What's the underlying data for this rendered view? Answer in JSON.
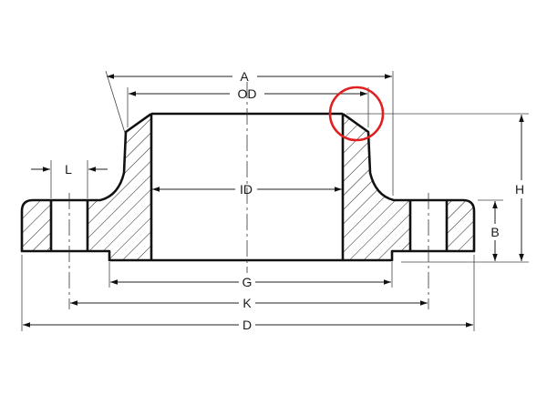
{
  "title": "",
  "labels": {
    "A": "A",
    "OD": "OD",
    "ID": "ID",
    "L": "L",
    "H": "H",
    "B": "B",
    "G": "G",
    "K": "K",
    "D": "D"
  },
  "colors": {
    "outline": "#111111",
    "hatch": "#222222",
    "highlight_circle": "#e02020"
  }
}
